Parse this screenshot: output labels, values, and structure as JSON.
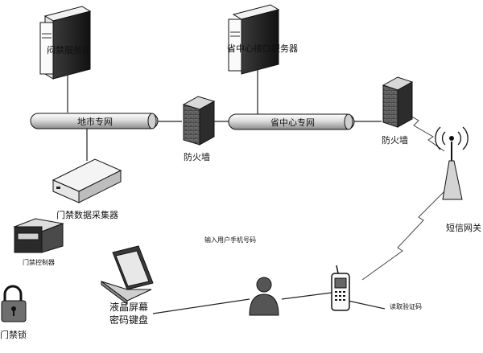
{
  "labels": {
    "access_server": "闷禁服务器",
    "province_server": "省中心接口服务器",
    "city_network": "地市专网",
    "province_network": "省中心专网",
    "firewall_1": "防火墙",
    "firewall_2": "防火墙",
    "collector": "门禁数据采集器",
    "controller": "门禁控制器",
    "lock": "门禁锁",
    "laptop_line1": "液晶屏幕",
    "laptop_line2": "密码键盘",
    "user_phone_input": "输入用户手机号码",
    "read_code": "读取验证码",
    "sms_gateway": "短信网关"
  }
}
